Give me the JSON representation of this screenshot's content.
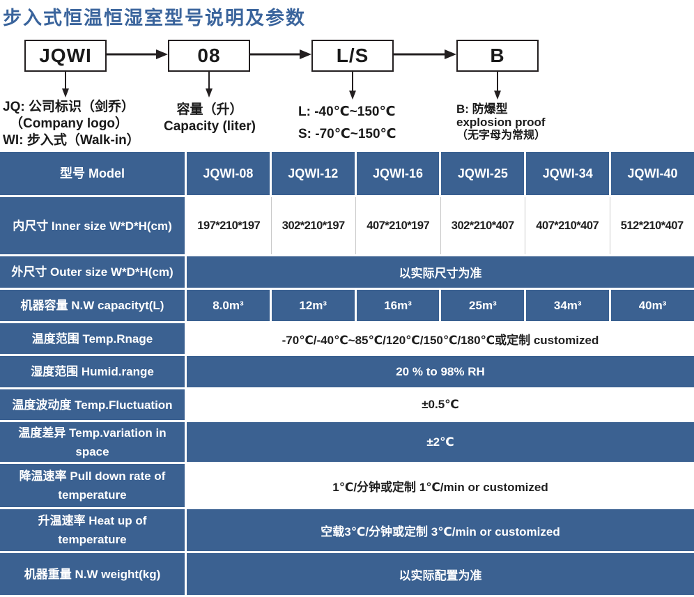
{
  "title": "步入式恒温恒湿室型号说明及参数",
  "colors": {
    "title_blue": "#3a649c",
    "table_blue": "#3b6191",
    "border_white": "#ffffff"
  },
  "diagram": {
    "boxes": [
      {
        "label": "JQWI"
      },
      {
        "label": "08"
      },
      {
        "label": "L/S"
      },
      {
        "label": "B"
      }
    ],
    "notes": {
      "jq": [
        "JQ: 公司标识（剑乔）",
        "（Company logo）",
        "WI: 步入式（Walk-in）"
      ],
      "capacity": [
        "容量（升）",
        "Capacity (liter)"
      ],
      "ls": [
        "L: -40℃~150℃",
        "S: -70℃~150℃"
      ],
      "b": [
        "B: 防爆型",
        "explosion proof",
        "（无字母为常规）"
      ]
    }
  },
  "table": {
    "header": {
      "label": "型号 Model",
      "models": [
        "JQWI-08",
        "JQWI-12",
        "JQWI-16",
        "JQWI-25",
        "JQWI-34",
        "JQWI-40"
      ]
    },
    "rows": [
      {
        "label": "内尺寸 Inner size W*D*H(cm)",
        "values": [
          "197*210*197",
          "302*210*197",
          "407*210*197",
          "302*210*407",
          "407*210*407",
          "512*210*407"
        ]
      },
      {
        "label": "外尺寸 Outer size W*D*H(cm)",
        "value": "以实际尺寸为准"
      },
      {
        "label": "机器容量 N.W capacityt(L)",
        "values": [
          "8.0m³",
          "12m³",
          "16m³",
          "25m³",
          "34m³",
          "40m³"
        ]
      },
      {
        "label": "温度范围 Temp.Rnage",
        "value": "-70℃/-40℃~85℃/120℃/150℃/180℃或定制 customized"
      },
      {
        "label": "湿度范围 Humid.range",
        "value": "20 % to 98% RH"
      },
      {
        "label": "温度波动度 Temp.Fluctuation",
        "value": "±0.5℃"
      },
      {
        "label": "温度差异 Temp.variation in space",
        "value": "±2℃"
      },
      {
        "label": "降温速率 Pull down rate of temperature",
        "value": "1℃/分钟或定制    1℃/min or customized"
      },
      {
        "label": "升温速率 Heat up of temperature",
        "value": "空载3℃/分钟或定制 3℃/min or customized"
      },
      {
        "label": "机器重量 N.W weight(kg)",
        "value": "以实际配置为准"
      }
    ]
  }
}
